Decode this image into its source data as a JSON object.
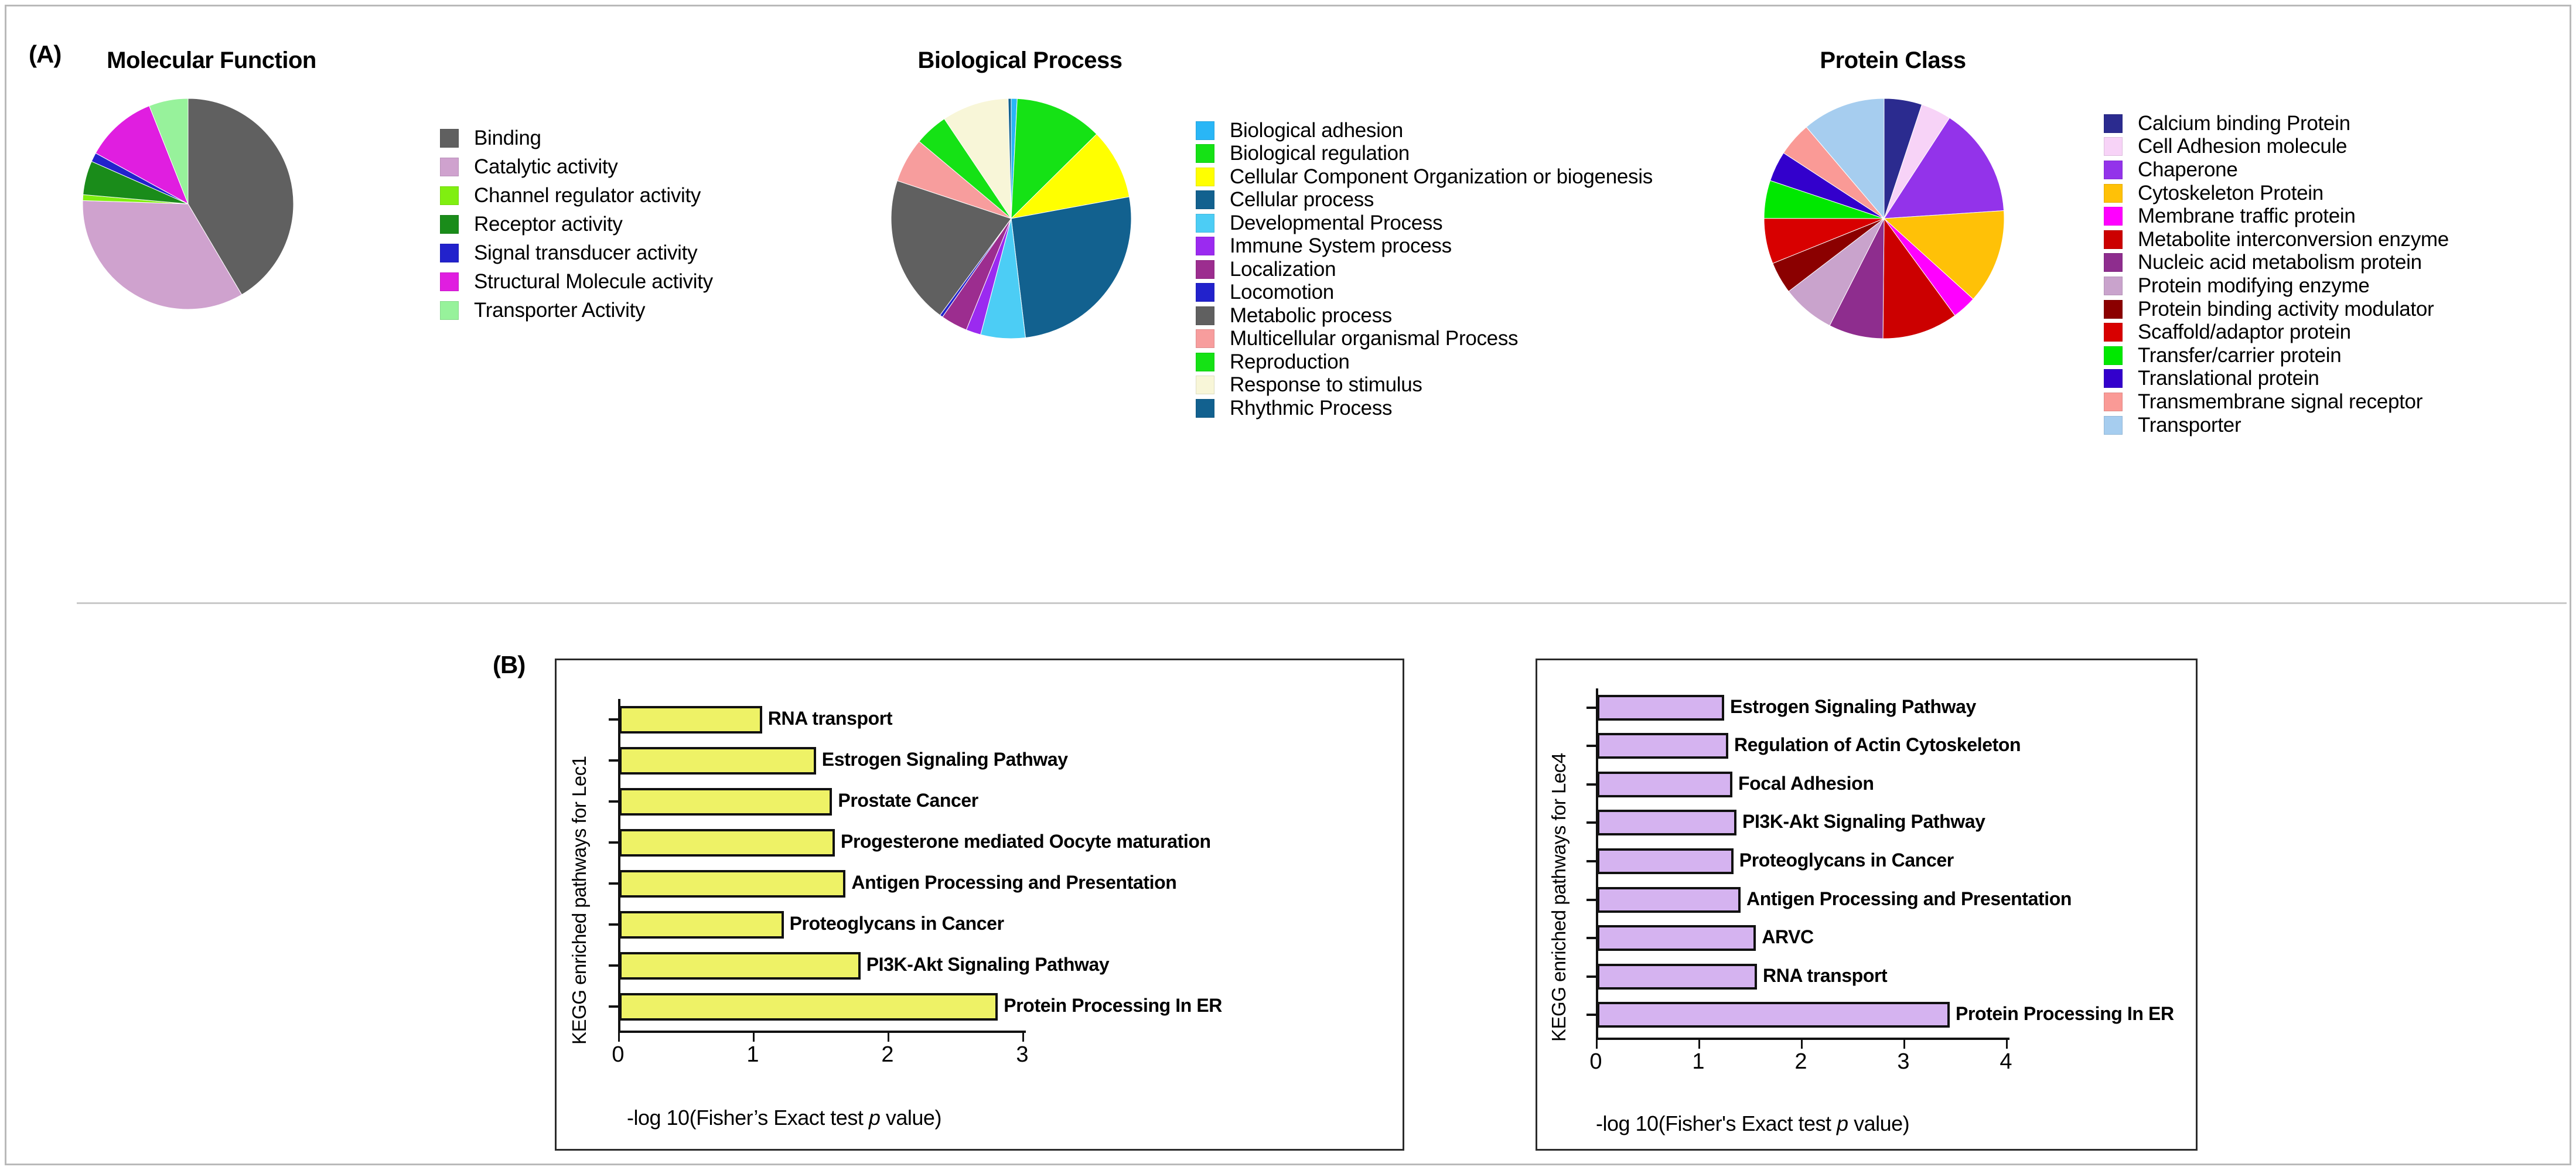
{
  "figure": {
    "panel_a_label": "(A)",
    "panel_b_label": "(B)"
  },
  "chart_data": [
    {
      "type": "pie",
      "title": "Molecular Function",
      "legend_position": "right",
      "categories": [
        "Binding",
        "Catalytic activity",
        "Channel regulator activity",
        "Receptor activity",
        "Signal transducer activity",
        "Structural Molecule activity",
        "Transporter Activity"
      ],
      "colors": [
        "#606060",
        "#cfa2ce",
        "#80ef10",
        "#1a8c1a",
        "#2222cc",
        "#e01ee0",
        "#97f29b"
      ],
      "values": [
        41.5,
        34.0,
        0.9,
        5.2,
        1.4,
        11.0,
        6.0
      ],
      "units": "percent"
    },
    {
      "type": "pie",
      "title": "Biological Process",
      "legend_position": "right",
      "categories": [
        "Biological adhesion",
        "Biological regulation",
        "Cellular Component Organization or biogenesis",
        "Cellular process",
        "Developmental Process",
        "Immune System process",
        "Localization",
        "Locomotion",
        "Metabolic process",
        "Multicellular organismal Process",
        "Reproduction",
        "Response to stimulus",
        "Rhythmic Process"
      ],
      "colors": [
        "#29b6f6",
        "#15e215",
        "#ffff00",
        "#12618f",
        "#4ccdf5",
        "#9b2af0",
        "#9c2d8f",
        "#2222cc",
        "#606060",
        "#f79d9d",
        "#15e215",
        "#f8f6d8",
        "#12618f"
      ],
      "values": [
        0.8,
        11.8,
        9.5,
        26.0,
        6.0,
        2.0,
        3.6,
        0.4,
        20.0,
        6.0,
        4.5,
        9.0,
        0.4
      ],
      "units": "percent"
    },
    {
      "type": "pie",
      "title": "Protein Class",
      "legend_position": "right",
      "categories": [
        "Calcium binding Protein",
        "Cell Adhesion molecule",
        "Chaperone",
        "Cytoskeleton Protein",
        "Membrane traffic protein",
        "Metabolite interconversion enzyme",
        "Nucleic acid metabolism protein",
        "Protein modifying enzyme",
        "Protein binding activity modulator",
        "Scaffold/adaptor protein",
        "Transfer/carrier protein",
        "Translational protein",
        "Transmembrane  signal receptor",
        "Transporter"
      ],
      "colors": [
        "#2b2b8f",
        "#f7d3f7",
        "#9333ea",
        "#ffc107",
        "#ff00ff",
        "#cc0000",
        "#8e2d8e",
        "#c9a3cc",
        "#8b0000",
        "#d80000",
        "#00e800",
        "#3300cc",
        "#fa9a96",
        "#a6cdef"
      ],
      "values": [
        5.0,
        4.0,
        14.5,
        12.5,
        3.2,
        10.0,
        7.2,
        7.0,
        4.2,
        6.0,
        5.0,
        4.0,
        4.5,
        11.0
      ],
      "units": "percent"
    },
    {
      "type": "bar",
      "orientation": "horizontal",
      "title": "",
      "ylabel": "KEGG enriched pathways for Lec1",
      "xlabel": "-log 10(Fisher’s Exact test p value)",
      "xlabel_parts": {
        "prefix": "-log 10(Fisher’s Exact test ",
        "italic": "p",
        "suffix": " value)"
      },
      "xlim": [
        0,
        3
      ],
      "xticks": [
        0,
        1,
        2,
        3
      ],
      "xticklabels": [
        "0",
        "1",
        "2",
        "3"
      ],
      "grid": false,
      "bar_color": "#eef266",
      "bar_edge_color": "#111111",
      "categories": [
        "RNA transport",
        "Estrogen Signaling Pathway",
        "Prostate Cancer",
        "Progesterone mediated Oocyte maturation",
        "Antigen Processing and Presentation",
        "Proteoglycans in Cancer",
        "PI3K-Akt Signaling Pathway",
        "Protein Processing In ER"
      ],
      "values": [
        1.06,
        1.46,
        1.58,
        1.6,
        1.68,
        1.22,
        1.79,
        2.81
      ]
    },
    {
      "type": "bar",
      "orientation": "horizontal",
      "title": "",
      "ylabel": "KEGG enriched pathways for Lec4",
      "xlabel": "-log 10(Fisher's Exact test p value)",
      "xlabel_parts": {
        "prefix": "-log 10(Fisher's Exact test ",
        "italic": "p",
        "suffix": " value)"
      },
      "xlim": [
        0,
        4
      ],
      "xticks": [
        0,
        1,
        2,
        3,
        4
      ],
      "xticklabels": [
        "0",
        "1",
        "2",
        "3",
        "4"
      ],
      "grid": false,
      "bar_color": "#d5b3f0",
      "bar_edge_color": "#111111",
      "categories": [
        "Estrogen Signaling Pathway",
        "Regulation of Actin Cytoskeleton",
        "Focal Adhesion",
        "PI3K-Akt Signaling Pathway",
        "Proteoglycans in Cancer",
        "Antigen Processing and Presentation",
        "ARVC",
        "RNA transport",
        "Protein Processing In ER"
      ],
      "values": [
        1.24,
        1.28,
        1.32,
        1.36,
        1.33,
        1.4,
        1.55,
        1.56,
        3.44
      ]
    }
  ]
}
